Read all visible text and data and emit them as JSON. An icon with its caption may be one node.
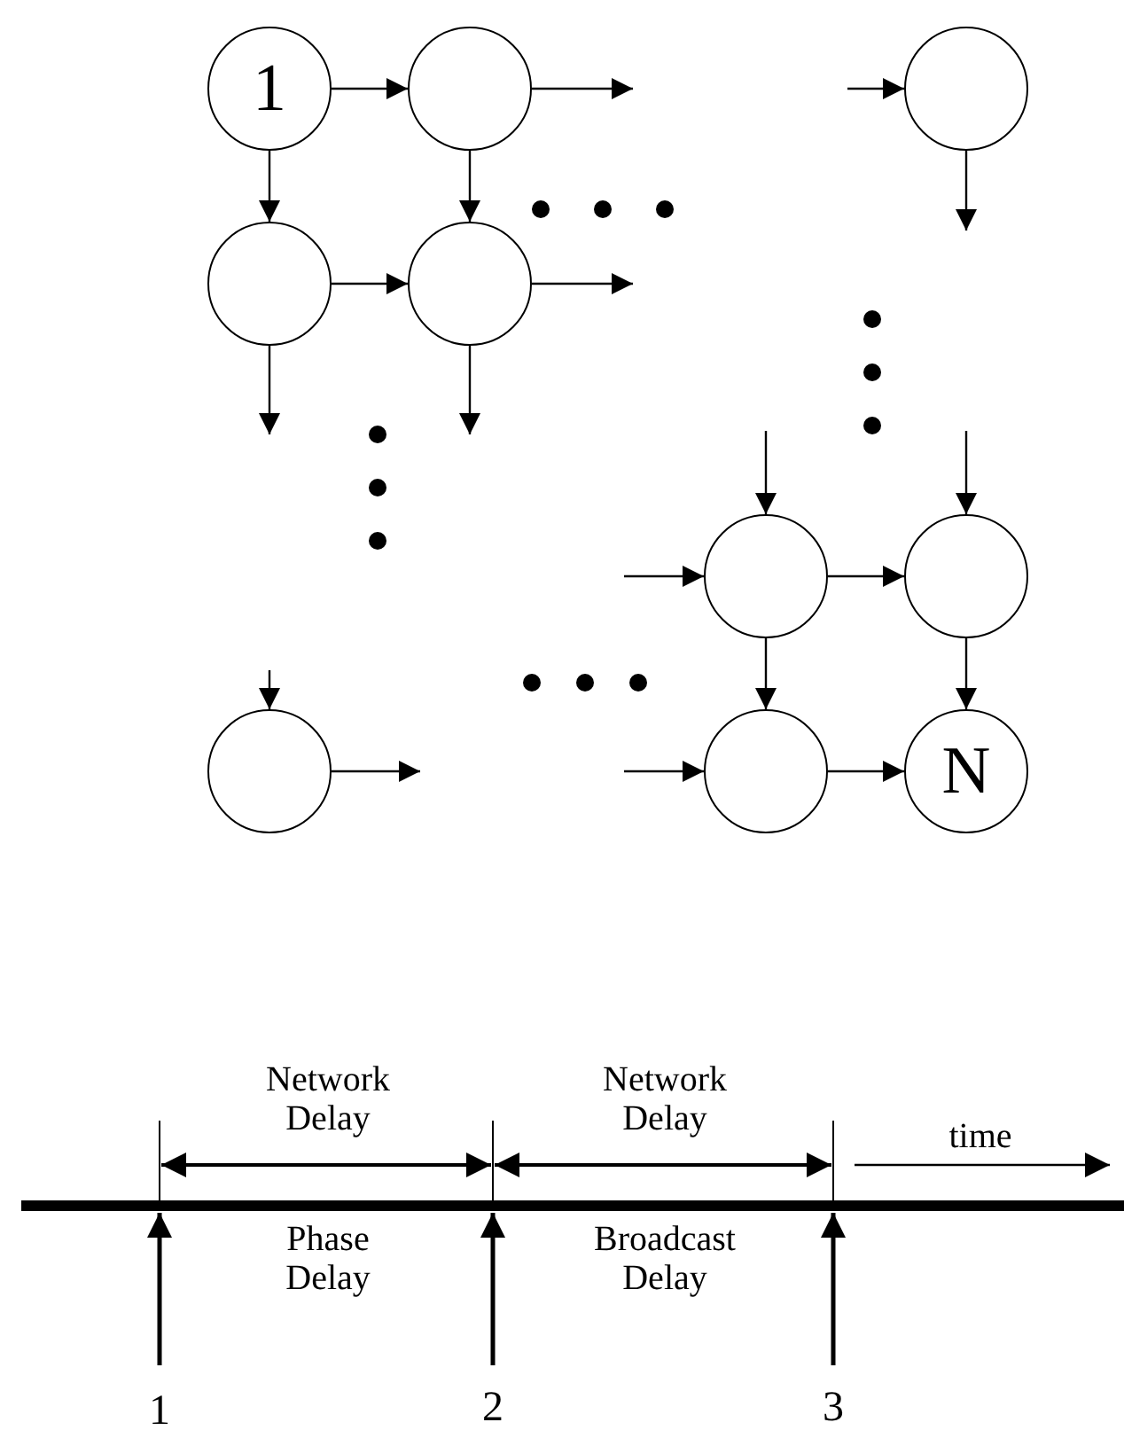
{
  "diagram": {
    "nodes": [
      {
        "text": [
          "1"
        ]
      },
      {
        "text": [],
        "shape": "circle"
      },
      {
        "text": [],
        "shape": "circle"
      },
      {
        "text": [],
        "shape": "circle"
      },
      {
        "text": [],
        "shape": "circle"
      },
      {
        "text": [],
        "shape": "circle"
      },
      {
        "text": [],
        "shape": "circle"
      },
      {
        "text": [],
        "shape": "circle"
      },
      {
        "text": [],
        "shape": "circle"
      },
      {
        "text": [
          "N"
        ]
      }
    ],
    "edges": [
      {
        "from": 0,
        "to": 1,
        "arrow": "to"
      },
      {
        "from": 0,
        "to": 3,
        "arrow": "to"
      },
      {
        "from": 1,
        "to": 4,
        "arrow": "to"
      },
      {
        "from": 3,
        "to": 4,
        "arrow": "to"
      },
      {
        "from": 1,
        "to": null,
        "arrow": "to"
      },
      {
        "from": null,
        "to": 2,
        "arrow": "to"
      },
      {
        "from": 2,
        "to": null,
        "arrow": "to"
      },
      {
        "from": 3,
        "to": null,
        "arrow": "to"
      },
      {
        "from": 4,
        "to": null,
        "arrow": "to"
      },
      {
        "from": 4,
        "to": null,
        "arrow": "to"
      },
      {
        "from": null,
        "to": 7,
        "arrow": "to"
      },
      {
        "from": 7,
        "to": null,
        "arrow": "to"
      },
      {
        "from": null,
        "to": 5,
        "arrow": "to"
      },
      {
        "from": null,
        "to": 5,
        "arrow": "to"
      },
      {
        "from": null,
        "to": 6,
        "arrow": "to"
      },
      {
        "from": 5,
        "to": 6,
        "arrow": "to"
      },
      {
        "from": 5,
        "to": 8,
        "arrow": "to"
      },
      {
        "from": 6,
        "to": 9,
        "arrow": "to"
      },
      {
        "from": null,
        "to": 8,
        "arrow": "to"
      },
      {
        "from": 8,
        "to": 9,
        "arrow": "to"
      }
    ],
    "labels": [
      "Network Delay",
      "Network Delay",
      "time",
      "Phase Delay",
      "Broadcast Delay",
      "1",
      "2",
      "3"
    ]
  }
}
